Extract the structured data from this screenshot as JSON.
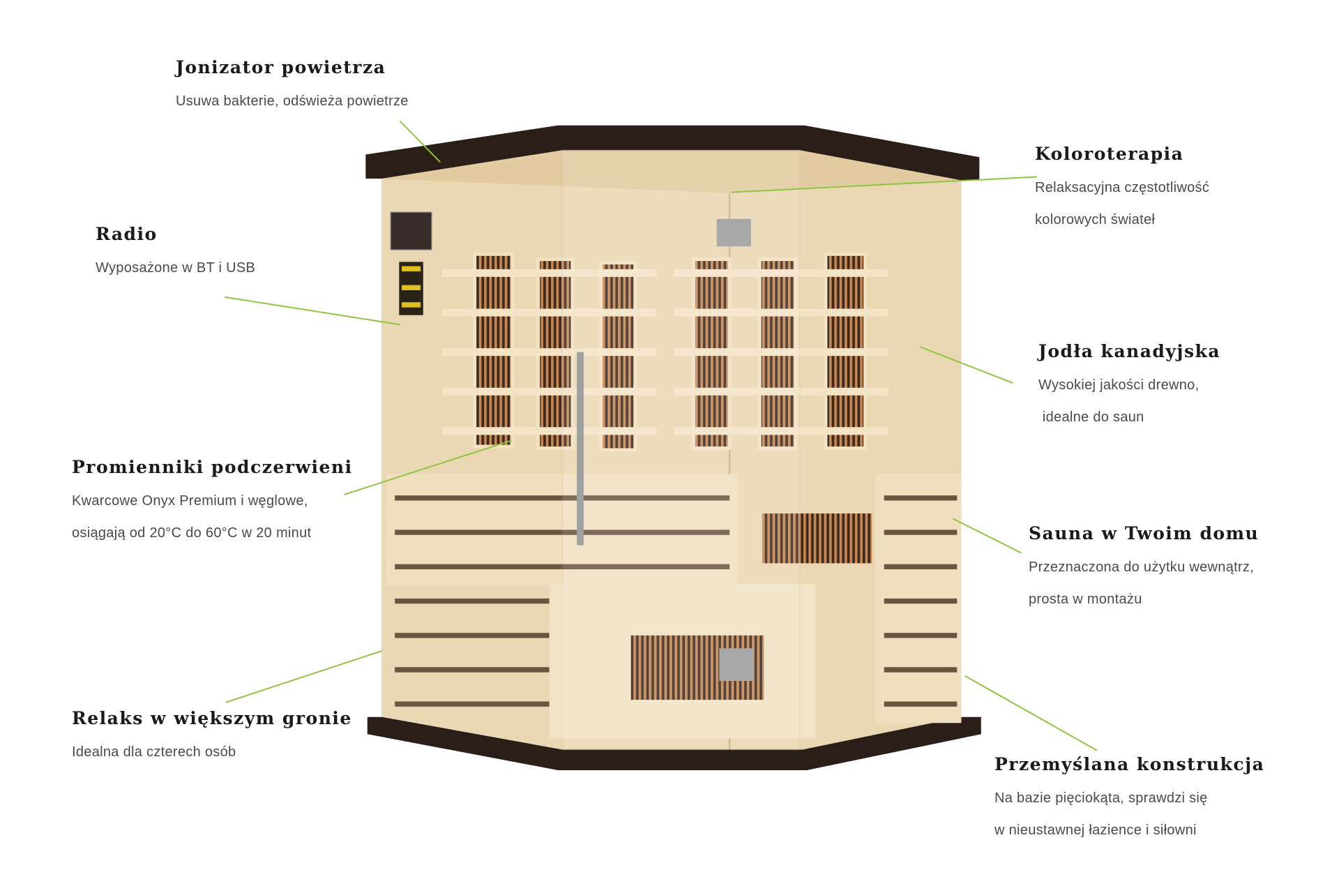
{
  "features": [
    {
      "title": "Jonizator powietrza",
      "lines": [
        "Usuwa bakterie, odświeża powietrze"
      ]
    },
    {
      "title": "Radio",
      "lines": [
        "Wyposażone w BT i USB"
      ]
    },
    {
      "title": "Promienniki podczerwieni",
      "lines": [
        "Kwarcowe Onyx Premium i węglowe,",
        "osiągają od 20°C do 60°C w 20 minut"
      ]
    },
    {
      "title": "Relaks w większym gronie",
      "lines": [
        "Idealna dla czterech osób"
      ]
    },
    {
      "title": "Koloroterapia",
      "lines": [
        "Relaksacyjna częstotliwość",
        "kolorowych świateł"
      ]
    },
    {
      "title": "Jodła kanadyjska",
      "lines": [
        "Wysokiej jakości drewno,",
        " idealne do saun"
      ]
    },
    {
      "title": "Sauna w Twoim domu",
      "lines": [
        "Przeznaczona do użytku wewnątrz,",
        "prosta w montażu"
      ]
    },
    {
      "title": "Przemyślana konstrukcja",
      "lines": [
        "Na bazie pięciokąta, sprawdzi się",
        "w nieustawnej łazience i siłowni"
      ]
    }
  ],
  "colors": {
    "leader_line": "#8cc63f",
    "frame": "#2b1e19",
    "wood": "#ead7b3"
  }
}
